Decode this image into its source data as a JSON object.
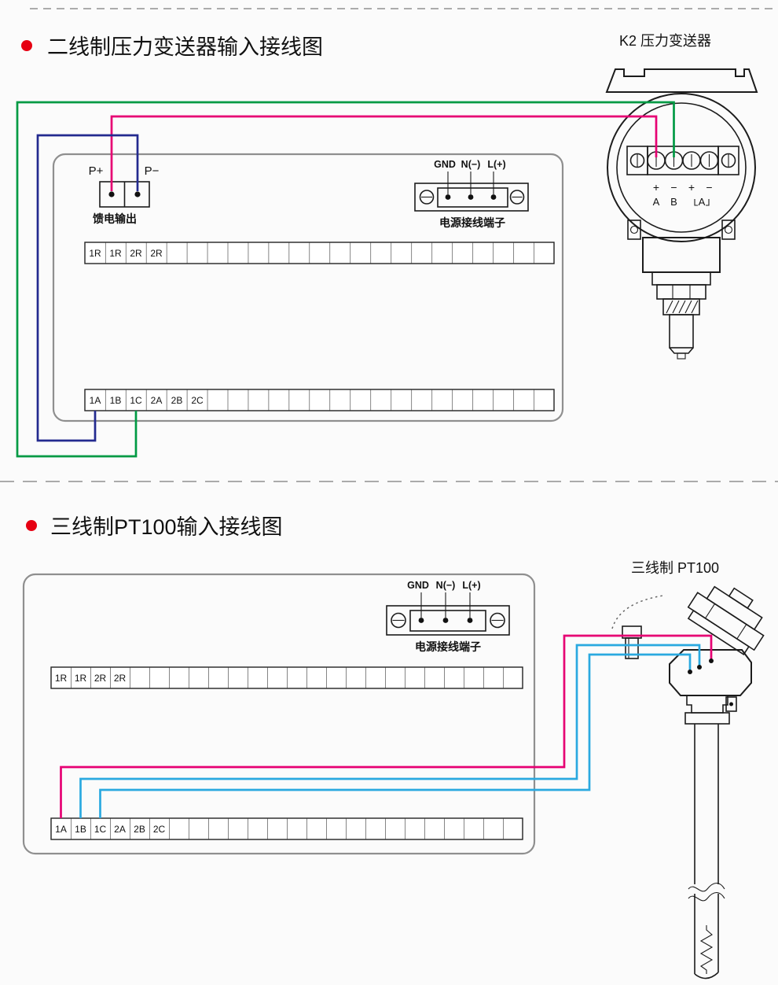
{
  "colors": {
    "bullet": "#e60012",
    "magenta": "#e60073",
    "green": "#009a44",
    "navy": "#232a8f",
    "cyan": "#2aa9e0"
  },
  "section1": {
    "title": "二线制压力变送器输入接线图",
    "device_label": "K2  压力变送器",
    "feed": {
      "plus": "P+",
      "minus": "P−",
      "caption": "馈电输出"
    },
    "power": {
      "gnd": "GND",
      "n": "N(−)",
      "l": "L(+)",
      "caption": "电源接线端子"
    },
    "strip_top": [
      "1R",
      "1R",
      "2R",
      "2R"
    ],
    "strip_bottom": [
      "1A",
      "1B",
      "1C",
      "2A",
      "2B",
      "2C"
    ],
    "transmitter": {
      "signs": [
        "+",
        "−",
        "+",
        "−"
      ],
      "letters": [
        "A",
        "B",
        "A"
      ]
    }
  },
  "section2": {
    "title": "三线制PT100输入接线图",
    "device_label": "三线制  PT100",
    "power": {
      "gnd": "GND",
      "n": "N(−)",
      "l": "L(+)",
      "caption": "电源接线端子"
    },
    "strip_top": [
      "1R",
      "1R",
      "2R",
      "2R"
    ],
    "strip_bottom": [
      "1A",
      "1B",
      "1C",
      "2A",
      "2B",
      "2C"
    ]
  }
}
